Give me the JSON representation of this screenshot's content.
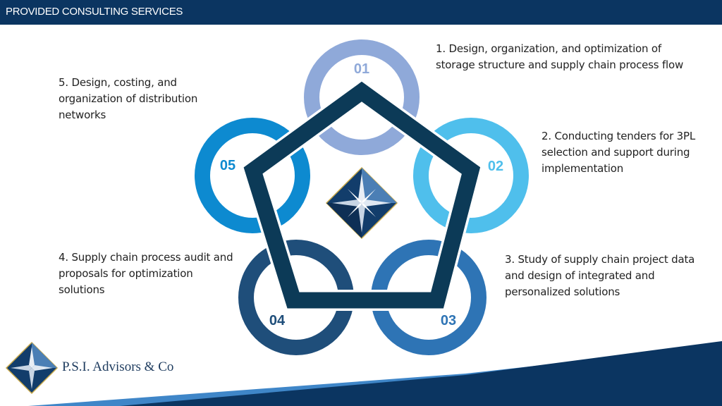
{
  "header": {
    "title": "PROVIDED CONSULTING SERVICES"
  },
  "services": [
    {
      "number": "01",
      "text": "1. Design, organization, and optimization of storage structure and supply chain process flow",
      "color": "#8fa9d9"
    },
    {
      "number": "02",
      "text": "2. Conducting tenders for 3PL selection and support during implementation",
      "color": "#4fbfec"
    },
    {
      "number": "03",
      "text": "3. Study of supply chain project data and design of integrated and personalized solutions",
      "color": "#2e74b5"
    },
    {
      "number": "04",
      "text": "4. Supply chain process audit and proposals for optimization solutions",
      "color": "#1f4e7a"
    },
    {
      "number": "05",
      "text": "5. Design, costing, and organization of distribution networks",
      "color": "#0d8ad0"
    }
  ],
  "logo": {
    "text": "P.S.I. Advisors & Co"
  },
  "colors": {
    "navy": "#0b3561",
    "pentagon": "#0c3a57",
    "accent": "#3f86c8"
  }
}
